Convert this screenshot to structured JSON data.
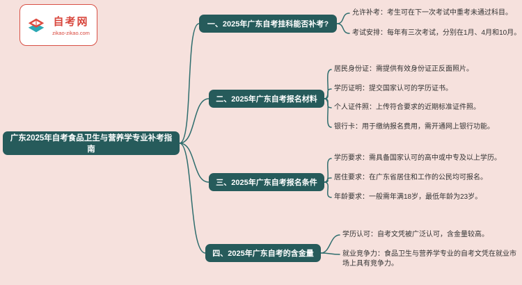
{
  "colors": {
    "background": "#f6e1dd",
    "node": "#265b5b",
    "line": "#2e6d6d",
    "logo_red": "#d8463c"
  },
  "logo": {
    "site_name": "自考网",
    "site_url": "zikao-zikao.com"
  },
  "central": {
    "title": "广东2025年自考食品卫生与营养学专业补考指南"
  },
  "branches": [
    {
      "title": "一、2025年广东自考挂科能否补考?",
      "leaves": [
        "允许补考：考生可在下一次考试中重考未通过科目。",
        "考试安排：每年有三次考试，分别在1月、4月和10月。"
      ]
    },
    {
      "title": "二、2025年广东自考报名材料",
      "leaves": [
        "居民身份证：需提供有效身份证正反面照片。",
        "学历证明：提交国家认可的学历证书。",
        "个人证件照：上传符合要求的近期标准证件照。",
        "银行卡：用于缴纳报名费用，需开通网上银行功能。"
      ]
    },
    {
      "title": "三、2025年广东自考报名条件",
      "leaves": [
        "学历要求：需具备国家认可的高中或中专及以上学历。",
        "居住要求：在广东省居住和工作的公民均可报名。",
        "年龄要求：一般需年满18岁，最低年龄为23岁。"
      ]
    },
    {
      "title": "四、2025年广东自考的含金量",
      "leaves": [
        "学历认可：自考文凭被广泛认可，含金量较高。",
        "就业竞争力：食品卫生与营养学专业的自考文凭在就业市场上具有竞争力。"
      ]
    }
  ]
}
